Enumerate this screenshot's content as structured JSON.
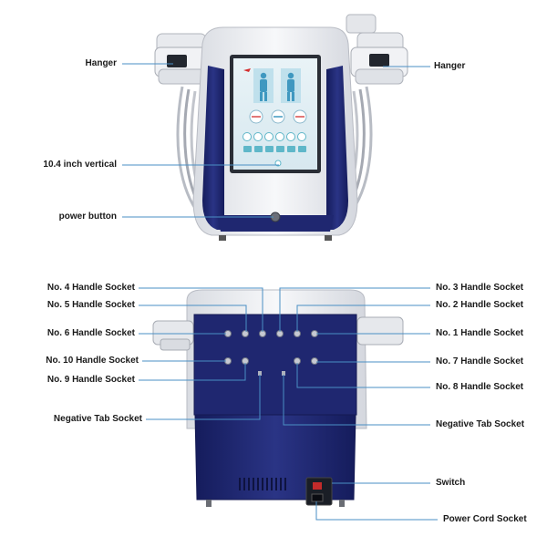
{
  "colors": {
    "navy": "#1f2770",
    "body_white": "#f3f4f6",
    "screen_teal": "#5fb7c9",
    "leader": "#4a8fc4",
    "label_text": "#1a1a1a"
  },
  "front_view": {
    "labels": {
      "hanger_left": "Hanger",
      "hanger_right": "Hanger",
      "screen": "10.4 inch vertical",
      "power_button": "power button"
    }
  },
  "back_view": {
    "labels": {
      "no4": "No. 4 Handle Socket",
      "no5": "No. 5 Handle Socket",
      "no6": "No. 6 Handle Socket",
      "no10": "No. 10 Handle Socket",
      "no9": "No. 9 Handle Socket",
      "neg_left": "Negative Tab Socket",
      "no3": "No. 3 Handle Socket",
      "no2": "No. 2 Handle Socket",
      "no1": "No. 1 Handle Socket",
      "no7": "No. 7 Handle Socket",
      "no8": "No. 8 Handle Socket",
      "neg_right": "Negative Tab Socket",
      "switch": "Switch",
      "power_cord": "Power Cord Socket"
    }
  }
}
